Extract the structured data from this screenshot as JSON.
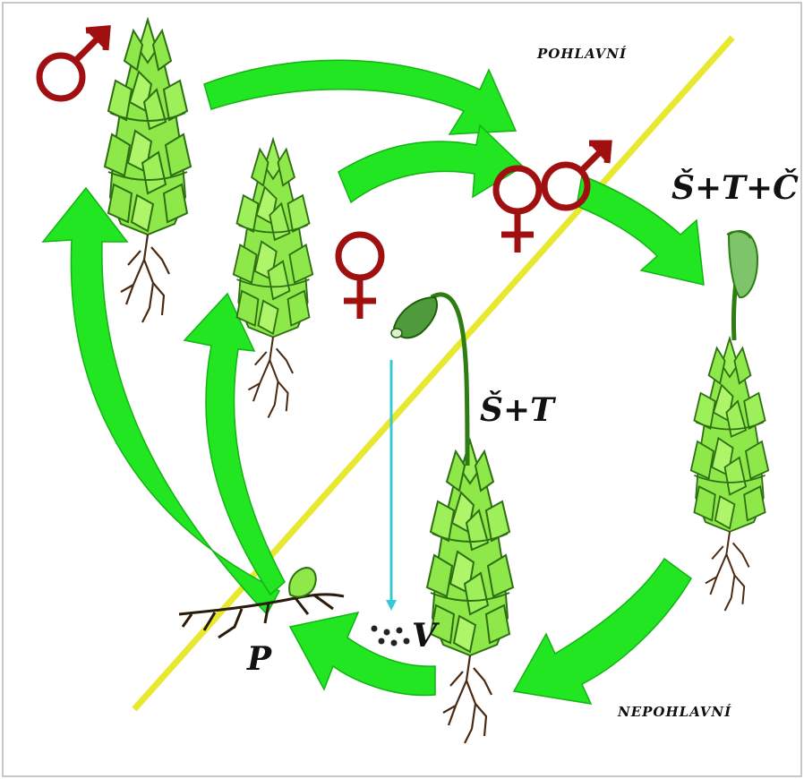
{
  "labels": {
    "sexual": "POHLAVNÍ",
    "asexual": "NEPOHLAVNÍ",
    "sporophyte_full": "Š+T+Č",
    "sporophyte_partial": "Š+T",
    "protonema": "P",
    "spores": "V"
  },
  "symbols": {
    "male": "male-symbol",
    "female": "female-symbol",
    "fertilization": "male-female-symbol"
  },
  "colors": {
    "arrow": "#22e622",
    "arrow_dark": "#13b313",
    "plant_leaf": "#8ee84a",
    "plant_leaf_dark": "#3f8f1c",
    "root": "#4a2a12",
    "symbol": "#a01010",
    "divider": "#e8e830",
    "spore_arrow": "#38c8d8",
    "frame": "#c8c8c8"
  }
}
